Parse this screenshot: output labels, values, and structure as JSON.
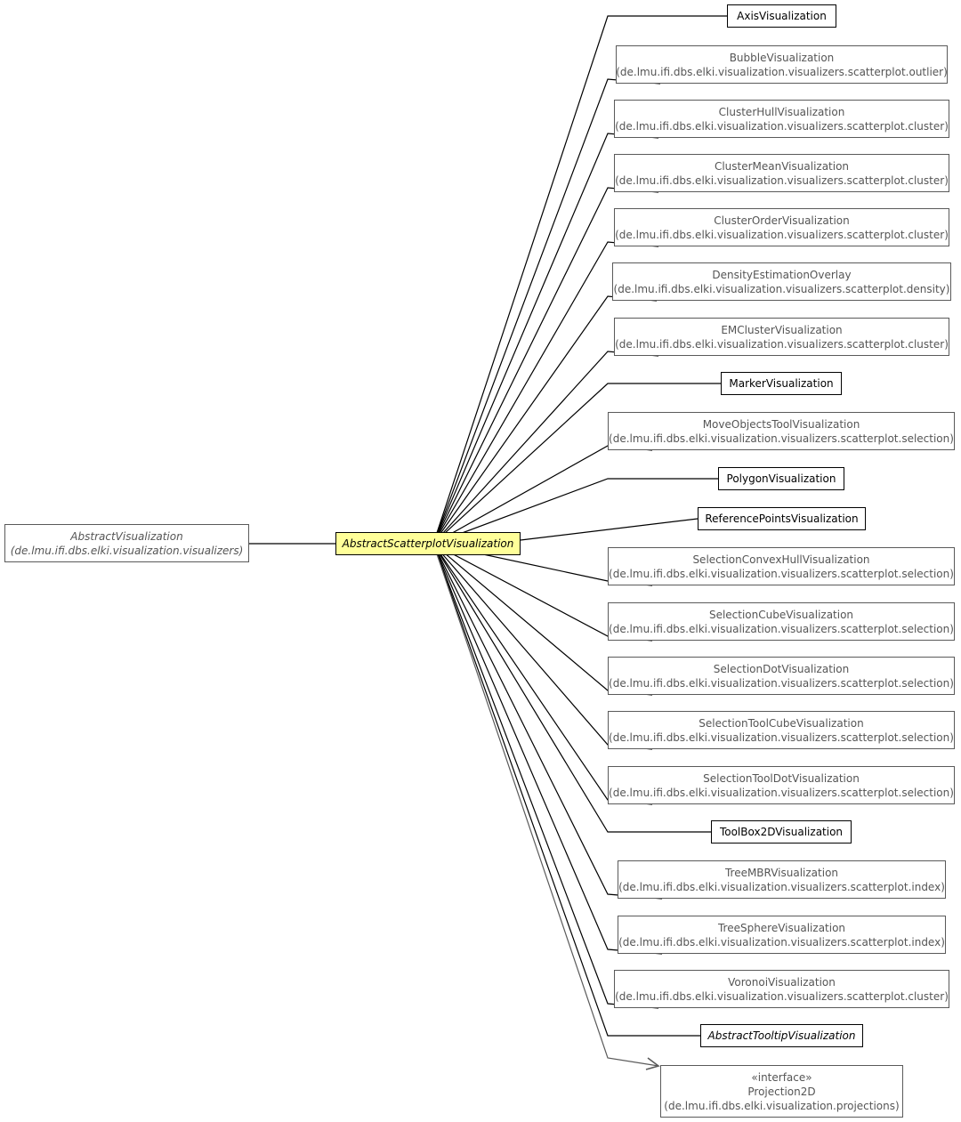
{
  "diagram": {
    "root": {
      "name": "AbstractScatterplotVisualization",
      "abstract": true
    },
    "parent": {
      "name": "AbstractVisualization",
      "package": "(de.lmu.ifi.dbs.elki.visualization.visualizers)",
      "abstract": true
    },
    "children": [
      {
        "name": "AxisVisualization",
        "package": ""
      },
      {
        "name": "BubbleVisualization",
        "package": "(de.lmu.ifi.dbs.elki.visualization.visualizers.scatterplot.outlier)"
      },
      {
        "name": "ClusterHullVisualization",
        "package": "(de.lmu.ifi.dbs.elki.visualization.visualizers.scatterplot.cluster)"
      },
      {
        "name": "ClusterMeanVisualization",
        "package": "(de.lmu.ifi.dbs.elki.visualization.visualizers.scatterplot.cluster)"
      },
      {
        "name": "ClusterOrderVisualization",
        "package": "(de.lmu.ifi.dbs.elki.visualization.visualizers.scatterplot.cluster)"
      },
      {
        "name": "DensityEstimationOverlay",
        "package": "(de.lmu.ifi.dbs.elki.visualization.visualizers.scatterplot.density)"
      },
      {
        "name": "EMClusterVisualization",
        "package": "(de.lmu.ifi.dbs.elki.visualization.visualizers.scatterplot.cluster)"
      },
      {
        "name": "MarkerVisualization",
        "package": ""
      },
      {
        "name": "MoveObjectsToolVisualization",
        "package": "(de.lmu.ifi.dbs.elki.visualization.visualizers.scatterplot.selection)"
      },
      {
        "name": "PolygonVisualization",
        "package": ""
      },
      {
        "name": "ReferencePointsVisualization",
        "package": ""
      },
      {
        "name": "SelectionConvexHullVisualization",
        "package": "(de.lmu.ifi.dbs.elki.visualization.visualizers.scatterplot.selection)"
      },
      {
        "name": "SelectionCubeVisualization",
        "package": "(de.lmu.ifi.dbs.elki.visualization.visualizers.scatterplot.selection)"
      },
      {
        "name": "SelectionDotVisualization",
        "package": "(de.lmu.ifi.dbs.elki.visualization.visualizers.scatterplot.selection)"
      },
      {
        "name": "SelectionToolCubeVisualization",
        "package": "(de.lmu.ifi.dbs.elki.visualization.visualizers.scatterplot.selection)"
      },
      {
        "name": "SelectionToolDotVisualization",
        "package": "(de.lmu.ifi.dbs.elki.visualization.visualizers.scatterplot.selection)"
      },
      {
        "name": "ToolBox2DVisualization",
        "package": ""
      },
      {
        "name": "TreeMBRVisualization",
        "package": "(de.lmu.ifi.dbs.elki.visualization.visualizers.scatterplot.index)"
      },
      {
        "name": "TreeSphereVisualization",
        "package": "(de.lmu.ifi.dbs.elki.visualization.visualizers.scatterplot.index)"
      },
      {
        "name": "VoronoiVisualization",
        "package": "(de.lmu.ifi.dbs.elki.visualization.visualizers.scatterplot.cluster)"
      },
      {
        "name": "AbstractTooltipVisualization",
        "package": "",
        "abstract": true
      }
    ],
    "interface": {
      "stereotype": "«interface»",
      "name": "Projection2D",
      "package": "(de.lmu.ifi.dbs.elki.visualization.projections)"
    },
    "colors": {
      "focus_fill": "#ffff99",
      "edge": "#000000",
      "dependency_edge": "#5a5a5a",
      "external_text": "#555555"
    }
  }
}
